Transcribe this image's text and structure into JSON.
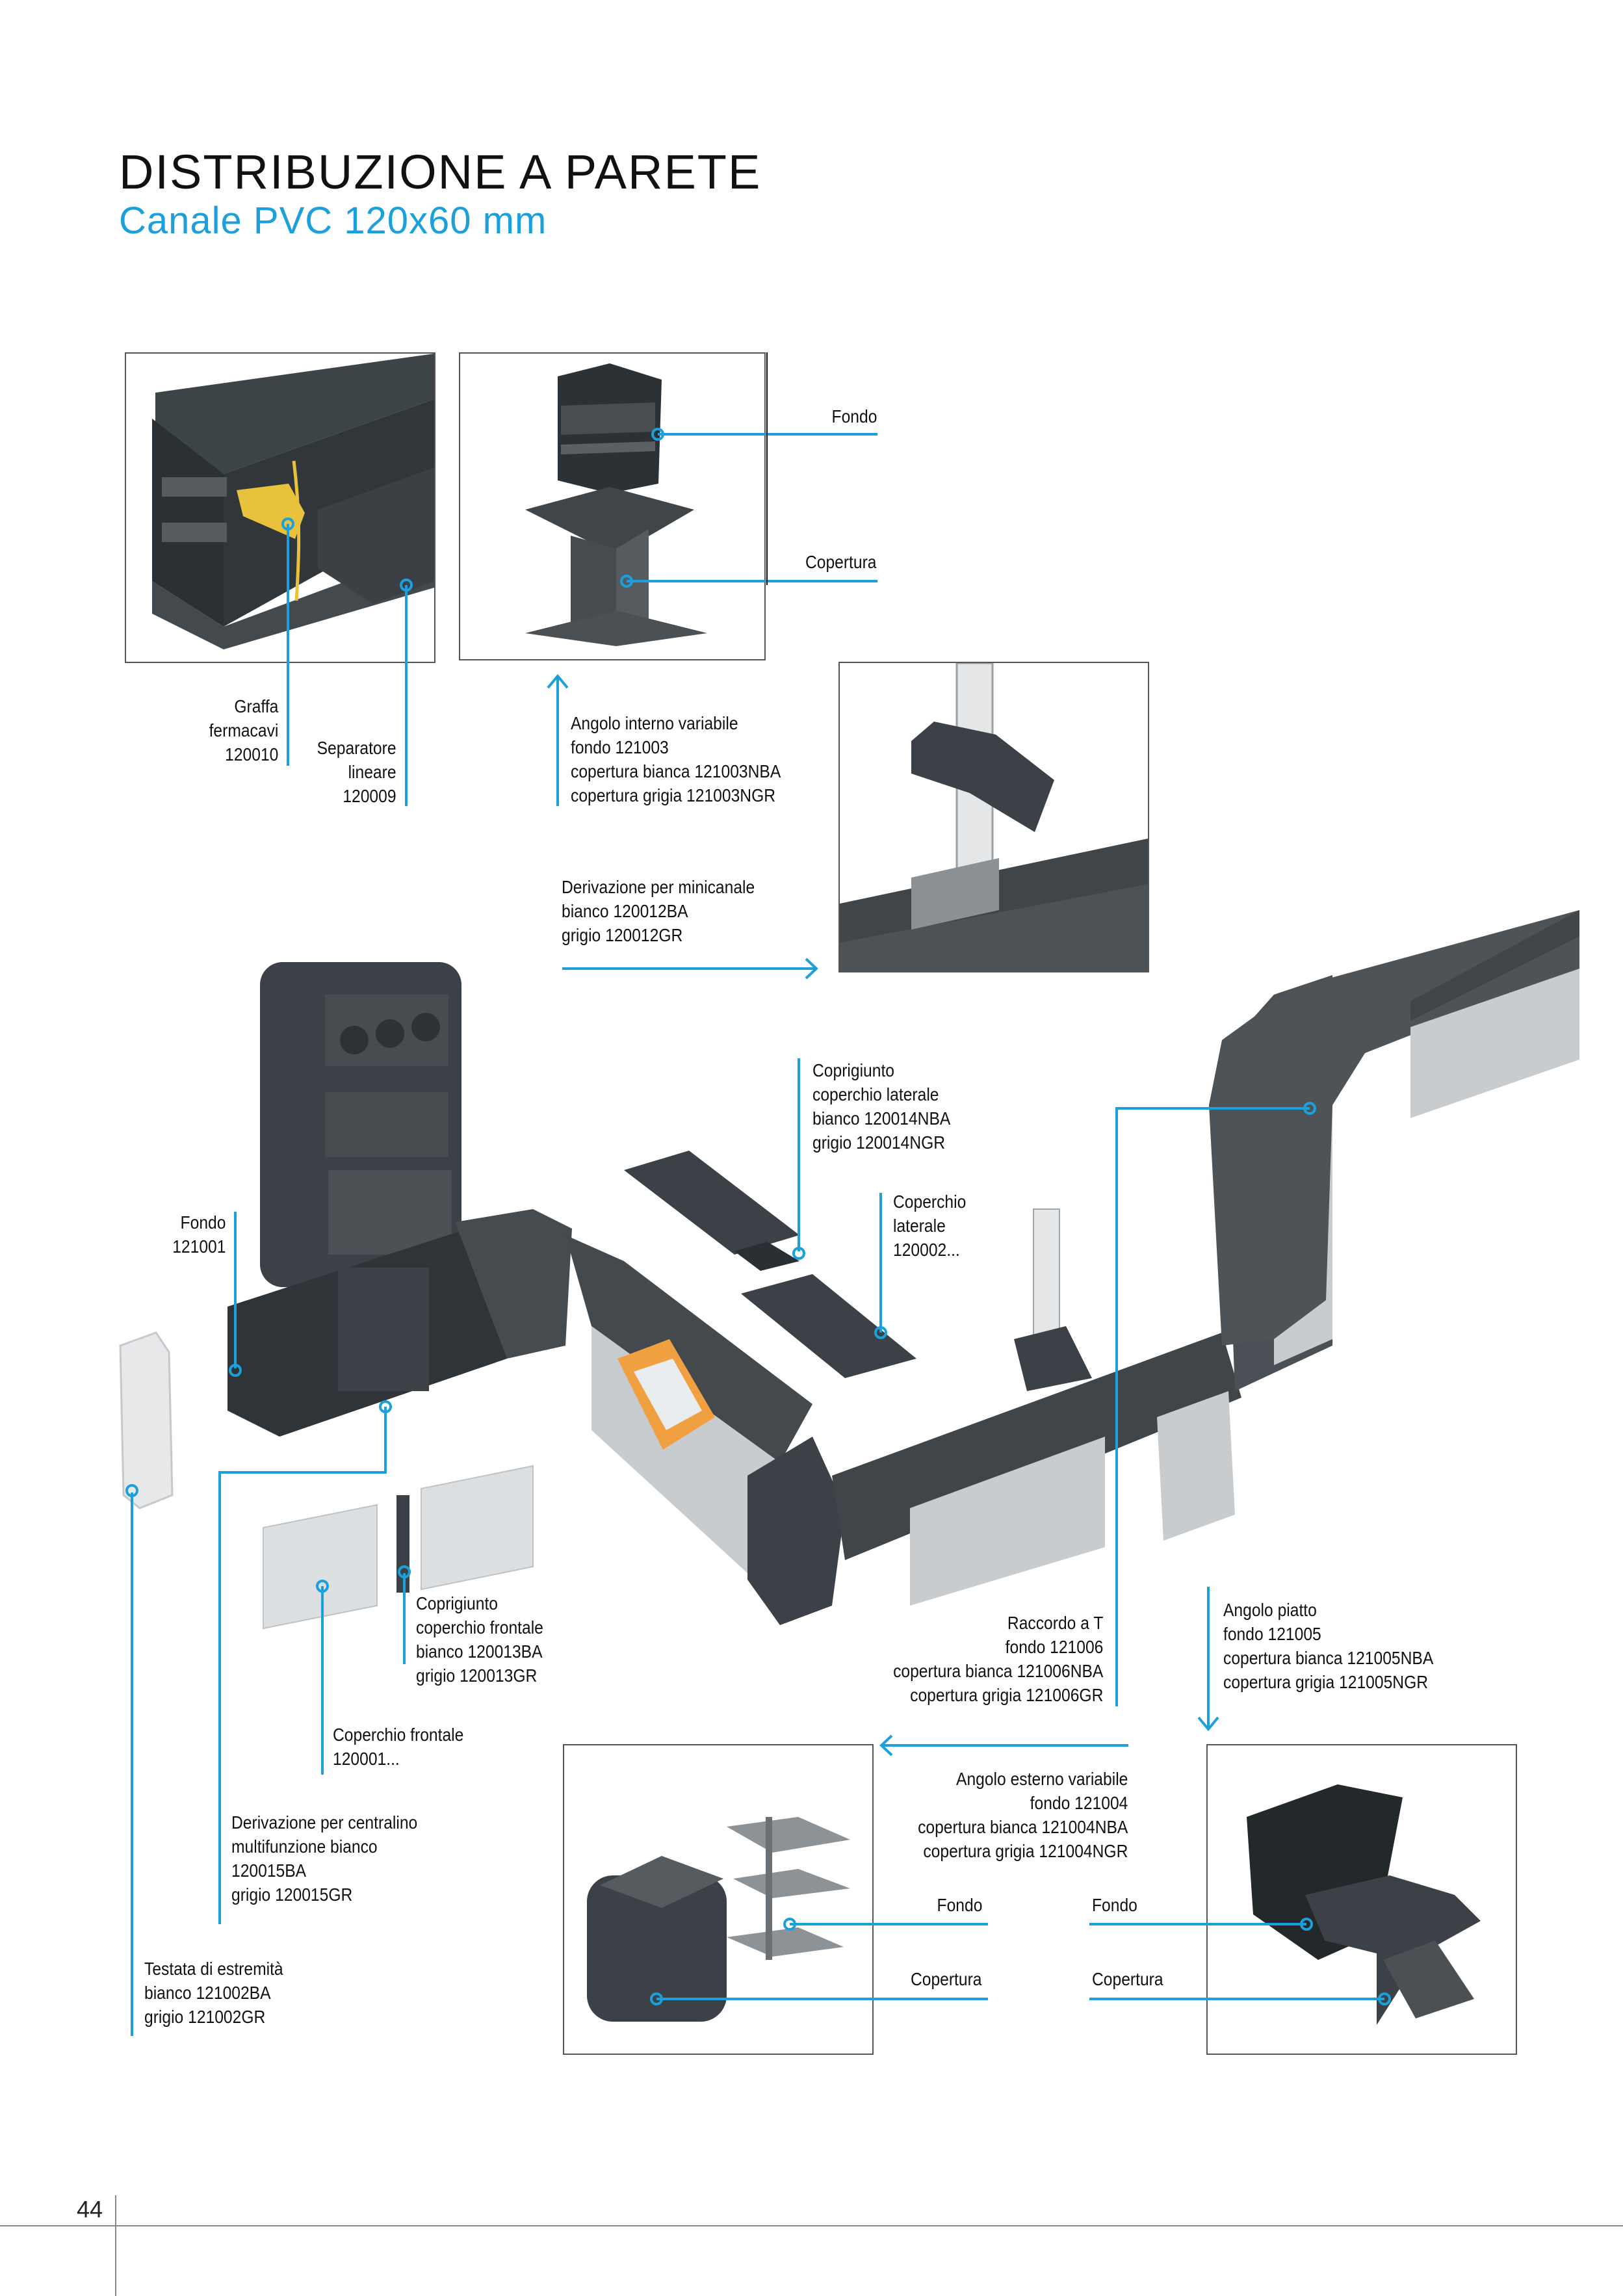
{
  "header": {
    "title": "DISTRIBUZIONE A PARETE",
    "subtitle": "Canale PVC 120x60 mm"
  },
  "colors": {
    "accent": "#1ba0dc",
    "product_dark": "#3b4146",
    "product_light": "#c9ccce",
    "outlet_orange": "#f0a040",
    "clip_yellow": "#e8c23c"
  },
  "callouts": {
    "graffa": [
      "Graffa",
      "fermacavi",
      "120010"
    ],
    "separatore": [
      "Separatore",
      "lineare",
      "120009"
    ],
    "angolo_interno": [
      "Angolo interno variabile",
      "fondo 121003",
      "copertura bianca 121003NBA",
      "copertura grigia 121003NGR"
    ],
    "fondo_top": "Fondo",
    "copertura_top": "Copertura",
    "derivazione_minicanale": [
      "Derivazione per minicanale",
      "bianco 120012BA",
      "grigio 120012GR"
    ],
    "coprigiunto_laterale": [
      "Coprigiunto",
      "coperchio laterale",
      "bianco 120014NBA",
      "grigio 120014NGR"
    ],
    "coperchio_laterale": [
      "Coperchio",
      "laterale",
      "120002..."
    ],
    "fondo_121001": [
      "Fondo",
      "121001"
    ],
    "coprigiunto_frontale": [
      "Coprigiunto",
      "coperchio frontale",
      "bianco 120013BA",
      "grigio 120013GR"
    ],
    "coperchio_frontale": [
      "Coperchio frontale",
      "120001..."
    ],
    "derivazione_centralino": [
      "Derivazione per centralino",
      "multifunzione bianco",
      "120015BA",
      "grigio 120015GR"
    ],
    "testata": [
      "Testata di estremità",
      "bianco 121002BA",
      "grigio 121002GR"
    ],
    "raccordo_t": [
      "Raccordo a T",
      "fondo 121006",
      "copertura bianca 121006NBA",
      "copertura grigia 121006GR"
    ],
    "angolo_piatto": [
      "Angolo piatto",
      "fondo 121005",
      "copertura bianca 121005NBA",
      "copertura grigia 121005NGR"
    ],
    "angolo_esterno": [
      "Angolo esterno variabile",
      "fondo 121004",
      "copertura bianca 121004NBA",
      "copertura grigia 121004NGR"
    ],
    "fondo_bl": "Fondo",
    "copertura_bl": "Copertura",
    "fondo_br": "Fondo",
    "copertura_br": "Copertura"
  },
  "footer": {
    "page_number": "44"
  }
}
